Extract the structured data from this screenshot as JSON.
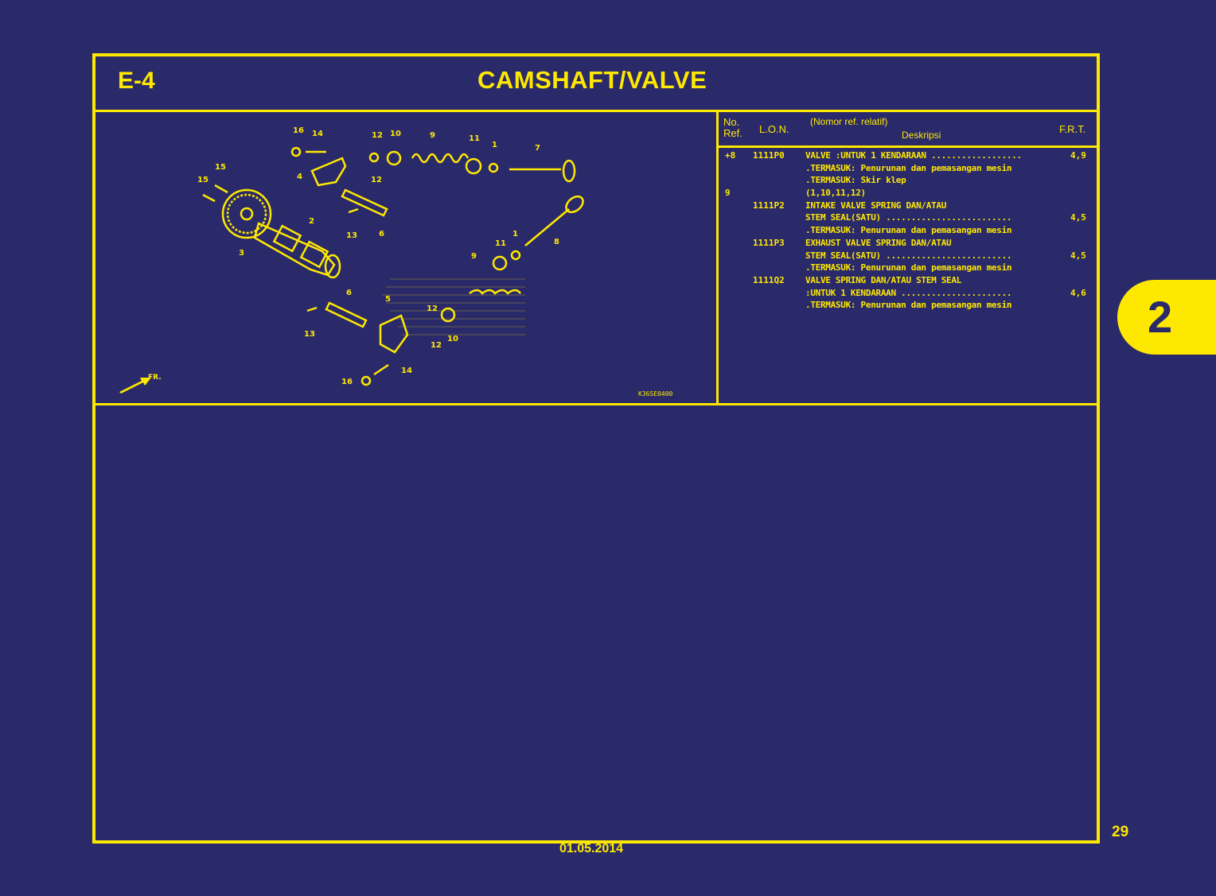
{
  "header": {
    "section_code": "E-4",
    "title": "CAMSHAFT/VALVE"
  },
  "diagram": {
    "code": "K36SE0400",
    "front_label": "FR.",
    "callouts": [
      "16",
      "14",
      "12",
      "10",
      "9",
      "11",
      "1",
      "7",
      "15",
      "15",
      "4",
      "12",
      "2",
      "13",
      "6",
      "8",
      "3",
      "11",
      "1",
      "9",
      "6",
      "5",
      "12",
      "13",
      "10",
      "12",
      "14",
      "16"
    ]
  },
  "parts_table": {
    "headers": {
      "no": "No.",
      "ref": "Ref.",
      "lon": "L.O.N.",
      "nomor": "(Nomor ref. relatif)",
      "deskripsi": "Deskripsi",
      "frt": "F.R.T."
    },
    "rows": [
      {
        "ref": "+8",
        "lon": "1111P0",
        "desc": "VALVE :UNTUK 1 KENDARAAN ..................",
        "frt": "4,9"
      },
      {
        "ref": "",
        "lon": "",
        "desc": ".TERMASUK: Penurunan dan pemasangan mesin",
        "frt": ""
      },
      {
        "ref": "",
        "lon": "",
        "desc": ".TERMASUK: Skir klep",
        "frt": ""
      },
      {
        "ref": "9",
        "lon": "",
        "desc": "(1,10,11,12)",
        "frt": ""
      },
      {
        "ref": "",
        "lon": "1111P2",
        "desc": "INTAKE VALVE SPRING DAN/ATAU",
        "frt": ""
      },
      {
        "ref": "",
        "lon": "",
        "desc": " STEM SEAL(SATU) .........................",
        "frt": "4,5"
      },
      {
        "ref": "",
        "lon": "",
        "desc": ".TERMASUK: Penurunan dan pemasangan mesin",
        "frt": ""
      },
      {
        "ref": "",
        "lon": "1111P3",
        "desc": "EXHAUST VALVE SPRING DAN/ATAU",
        "frt": ""
      },
      {
        "ref": "",
        "lon": "",
        "desc": " STEM SEAL(SATU) .........................",
        "frt": "4,5"
      },
      {
        "ref": "",
        "lon": "",
        "desc": ".TERMASUK: Penurunan dan pemasangan mesin",
        "frt": ""
      },
      {
        "ref": "",
        "lon": "1111Q2",
        "desc": "VALVE SPRING DAN/ATAU STEM SEAL",
        "frt": ""
      },
      {
        "ref": "",
        "lon": "",
        "desc": " :UNTUK 1 KENDARAAN ......................",
        "frt": "4,6"
      },
      {
        "ref": "",
        "lon": "",
        "desc": ".TERMASUK: Penurunan dan pemasangan mesin",
        "frt": ""
      }
    ]
  },
  "side_tab": "2",
  "page_number": "29",
  "date": "01.05.2014"
}
